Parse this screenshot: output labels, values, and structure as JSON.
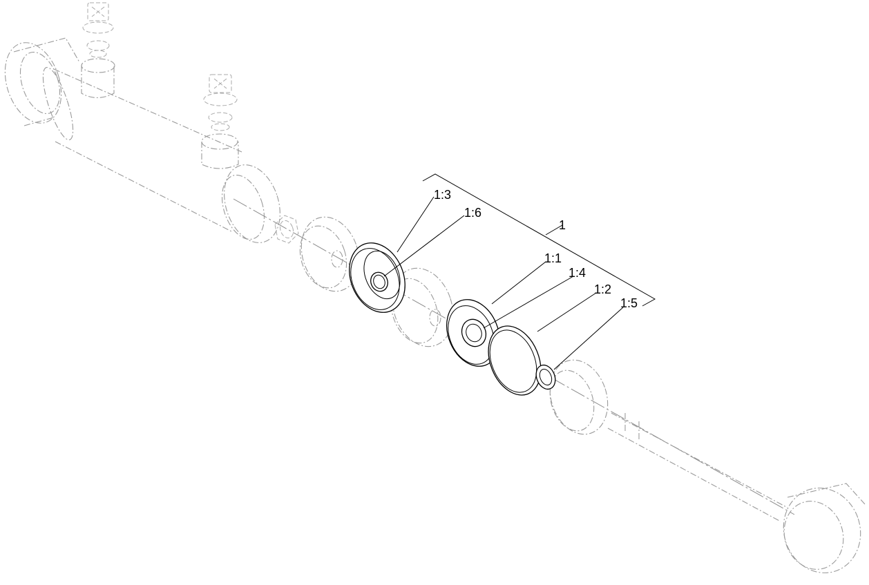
{
  "callouts": {
    "assembly": "1",
    "p13": "1:3",
    "p16": "1:6",
    "p11": "1:1",
    "p14": "1:4",
    "p12": "1:2",
    "p15": "1:5"
  },
  "icons": {
    "cylinder_body": "cylinder-barrel-phantom",
    "piston_rod": "piston-rod-phantom",
    "seal_kit": "seal-ring-icon"
  }
}
